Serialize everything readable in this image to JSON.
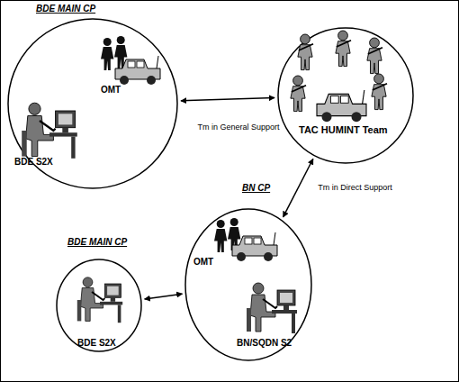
{
  "diagram": {
    "nodes": [
      {
        "text": [
          "BDE MAIN CP",
          "OMT",
          "BDE S2X"
        ]
      },
      {
        "text": [
          "TAC HUMINT Team"
        ]
      },
      {
        "text": [
          "BN CP",
          "OMT",
          "BN/SQDN S2"
        ]
      },
      {
        "text": [
          "BDE MAIN CP",
          "BDE S2X"
        ]
      }
    ],
    "edges": [
      {
        "from": 0,
        "to": 1,
        "label": "Tm in General Support",
        "arrow": "both"
      },
      {
        "from": 2,
        "to": 1,
        "label": "Tm in Direct Support",
        "arrow": "both"
      },
      {
        "from": 3,
        "to": 2,
        "arrow": "both"
      }
    ]
  }
}
